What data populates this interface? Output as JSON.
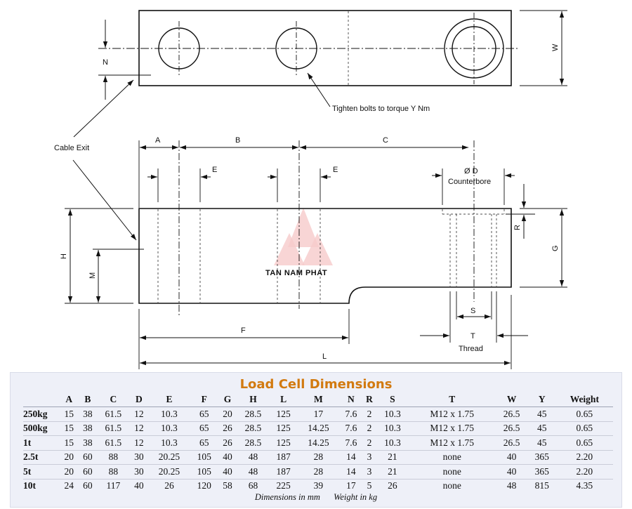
{
  "drawing": {
    "labels": {
      "cable_exit": "Cable Exit",
      "torque_note": "Tighten bolts to torque Y Nm",
      "counterbore_d": "Ø D",
      "counterbore": "Counterbore",
      "thread": "Thread",
      "watermark": "TAN NAM PHAT"
    },
    "dims": {
      "A": "A",
      "B": "B",
      "C": "C",
      "E1": "E",
      "E2": "E",
      "F": "F",
      "G": "G",
      "H": "H",
      "L": "L",
      "M": "M",
      "N": "N",
      "R": "R",
      "S": "S",
      "T": "T",
      "W": "W"
    }
  },
  "table": {
    "title": "Load Cell Dimensions",
    "columns": [
      "",
      "A",
      "B",
      "C",
      "D",
      "E",
      "F",
      "G",
      "H",
      "L",
      "M",
      "N",
      "R",
      "S",
      "T",
      "W",
      "Y",
      "Weight"
    ],
    "rows": [
      [
        "250kg",
        "15",
        "38",
        "61.5",
        "12",
        "10.3",
        "65",
        "20",
        "28.5",
        "125",
        "17",
        "7.6",
        "2",
        "10.3",
        "M12 x 1.75",
        "26.5",
        "45",
        "0.65"
      ],
      [
        "500kg",
        "15",
        "38",
        "61.5",
        "12",
        "10.3",
        "65",
        "26",
        "28.5",
        "125",
        "14.25",
        "7.6",
        "2",
        "10.3",
        "M12 x 1.75",
        "26.5",
        "45",
        "0.65"
      ],
      [
        "1t",
        "15",
        "38",
        "61.5",
        "12",
        "10.3",
        "65",
        "26",
        "28.5",
        "125",
        "14.25",
        "7.6",
        "2",
        "10.3",
        "M12 x 1.75",
        "26.5",
        "45",
        "0.65"
      ],
      [
        "2.5t",
        "20",
        "60",
        "88",
        "30",
        "20.25",
        "105",
        "40",
        "48",
        "187",
        "28",
        "14",
        "3",
        "21",
        "none",
        "40",
        "365",
        "2.20"
      ],
      [
        "5t",
        "20",
        "60",
        "88",
        "30",
        "20.25",
        "105",
        "40",
        "48",
        "187",
        "28",
        "14",
        "3",
        "21",
        "none",
        "40",
        "365",
        "2.20"
      ],
      [
        "10t",
        "24",
        "60",
        "117",
        "40",
        "26",
        "120",
        "58",
        "68",
        "225",
        "39",
        "17",
        "5",
        "26",
        "none",
        "48",
        "815",
        "4.35"
      ]
    ],
    "footer": {
      "units": "Dimensions in mm",
      "weight": "Weight in kg"
    }
  }
}
